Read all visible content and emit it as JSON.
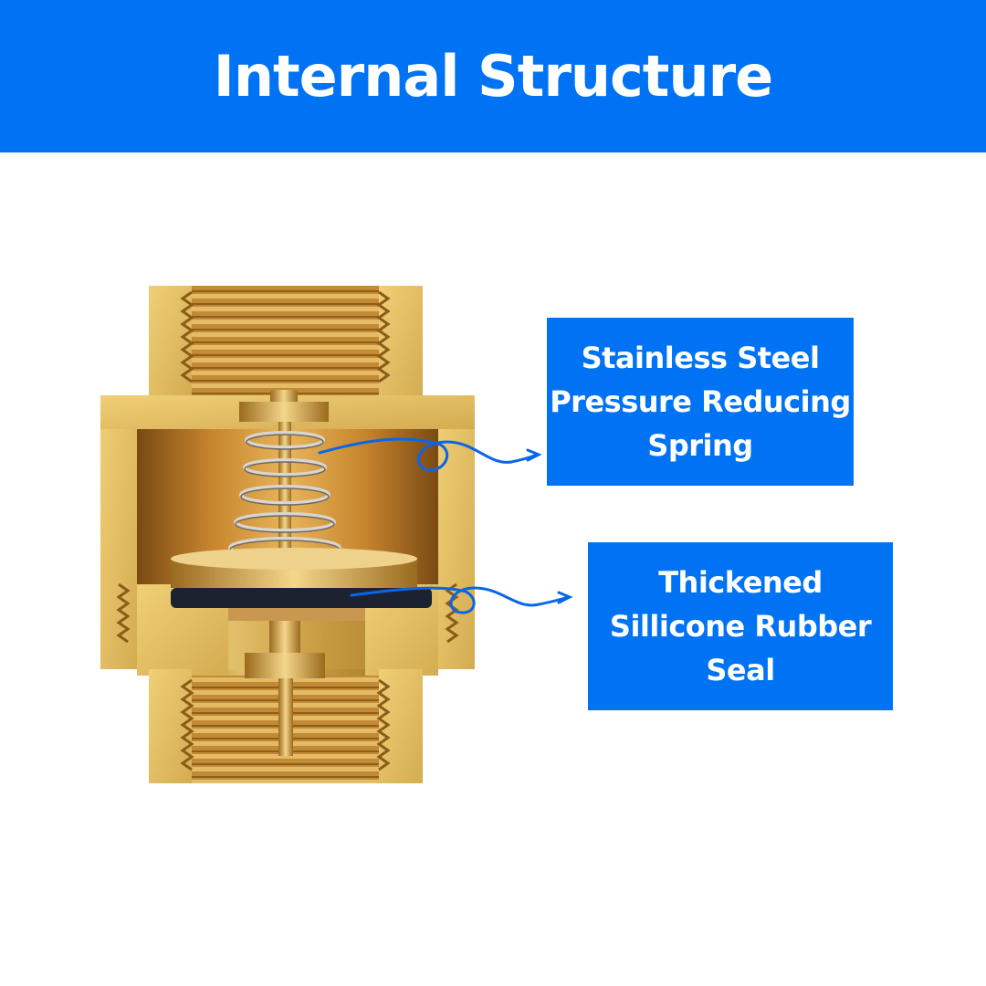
{
  "header": {
    "title": "Internal Structure"
  },
  "callouts": [
    {
      "label": "Stainless Steel\nPressure Reducing\nSpring",
      "part": "spring"
    },
    {
      "label": "Thickened\nSillicone Rubber\nSeal",
      "part": "seal"
    }
  ],
  "colors": {
    "accent": "#0073f5",
    "brass": "#c9a24a",
    "rubber": "#1b2330",
    "background": "#ffffff"
  }
}
